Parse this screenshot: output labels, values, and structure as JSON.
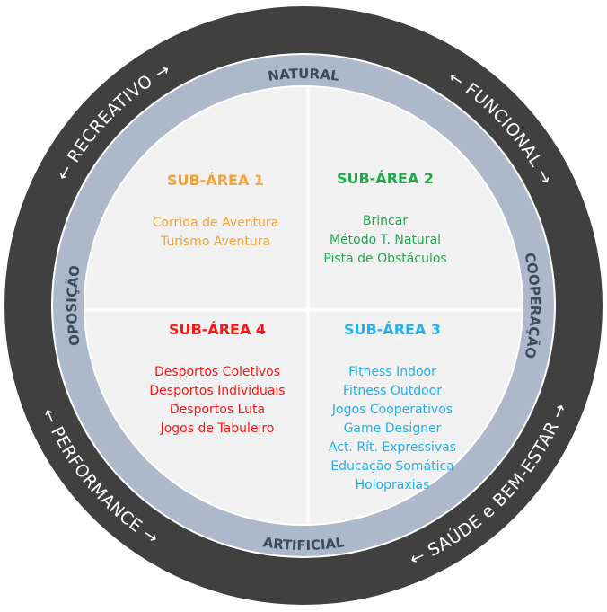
{
  "colors": {
    "outer_ring": "#404040",
    "middle_ring": "#adb9ca",
    "inner": "#f1f1f1",
    "ring_text": "#3b4a5f",
    "sub1": "#f4a233",
    "sub2": "#1fa94b",
    "sub3": "#22b0ee",
    "sub4": "#ff1414"
  },
  "outer_labels": {
    "recreativo": "← RECREATIVO →",
    "funcional": "← FUNCIONAL →",
    "performance": "← PERFORMANCE →",
    "saude": "← SAÚDE e BEM-ESTAR →"
  },
  "ring_labels": {
    "natural": "NATURAL",
    "artificial": "ARTIFICIAL",
    "oposicao": "OPOSIÇÃO",
    "cooperacao": "COOPERAÇÃO"
  },
  "quadrants": [
    {
      "title": "SUB-ÁREA 1",
      "items": [
        "Corrida de Aventura",
        "Turismo Aventura"
      ]
    },
    {
      "title": "SUB-ÁREA 2",
      "items": [
        "Brincar",
        "Método T. Natural",
        "Pista de Obstáculos"
      ]
    },
    {
      "title": "SUB-ÁREA 3",
      "items": [
        "Fitness Indoor",
        "Fitness Outdoor",
        "Jogos Cooperativos",
        "Game Designer",
        "Act. Rít. Expressivas",
        "Educação Somática",
        "Holopraxias"
      ]
    },
    {
      "title": "SUB-ÁREA 4",
      "items": [
        "Desportos Coletivos",
        "Desportos Individuais",
        "Desportos Luta",
        "Jogos de Tabuleiro"
      ]
    }
  ]
}
